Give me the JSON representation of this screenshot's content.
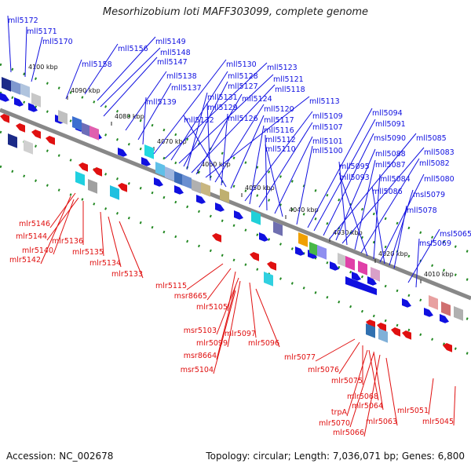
{
  "title": "Mesorhizobium loti MAFF303099, complete genome",
  "footer": {
    "accession": "Accession: NC_002678",
    "topology": "Topology: circular; Length: 7,036,071 bp; Genes: 6,800"
  },
  "colors": {
    "forward_gene": "#1010e0",
    "reverse_gene": "#e01010",
    "axis": "#888888",
    "tick": "#228822"
  },
  "kbp_markers": [
    "4100 kbp",
    "4090 kbp",
    "4080 kbp",
    "4070 kbp",
    "4060 kbp",
    "4050 kbp",
    "4040 kbp",
    "4030 kbp",
    "4020 kbp",
    "4010 kbp"
  ],
  "forward_genes": [
    "mll5172",
    "mll5171",
    "mll5170",
    "mll5158",
    "mll5156",
    "mll5149",
    "mll5148",
    "mll5147",
    "mll5138",
    "mll5137",
    "mll5139",
    "mll5130",
    "mll5123",
    "mll5128",
    "mll5121",
    "mll5127",
    "mll5131",
    "mll5118",
    "mll5124",
    "mll5113",
    "mll5129",
    "mll5120",
    "mll5126",
    "mll5132",
    "mll5117",
    "mll5109",
    "mll5116",
    "mll5107",
    "mll5112",
    "mll5101",
    "mll5110",
    "mll5100",
    "mll5094",
    "mll5091",
    "msl5090",
    "mll5085",
    "mll5088",
    "mll5083",
    "mll5095",
    "mll5087",
    "mll5082",
    "mll5093",
    "mll5084",
    "mll5080",
    "mll5086",
    "msl5079",
    "mll5078",
    "msl5065",
    "msl5069"
  ],
  "reverse_genes": [
    "mlr5146",
    "mlr5144",
    "mlr5136",
    "mlr5140",
    "mlr5142",
    "mlr5135",
    "mlr5134",
    "mlr5133",
    "mlr5115",
    "msr8665",
    "mlr5105",
    "msr5103",
    "mlr5097",
    "mlr5099",
    "mlr5096",
    "msr8664",
    "msr5104",
    "mlr5077",
    "mlr5076",
    "mlr5075",
    "mlr5068",
    "mlr5064",
    "trpA",
    "mlr5063",
    "mlr5070",
    "mlr5066",
    "mlr5051",
    "mlr5045"
  ]
}
